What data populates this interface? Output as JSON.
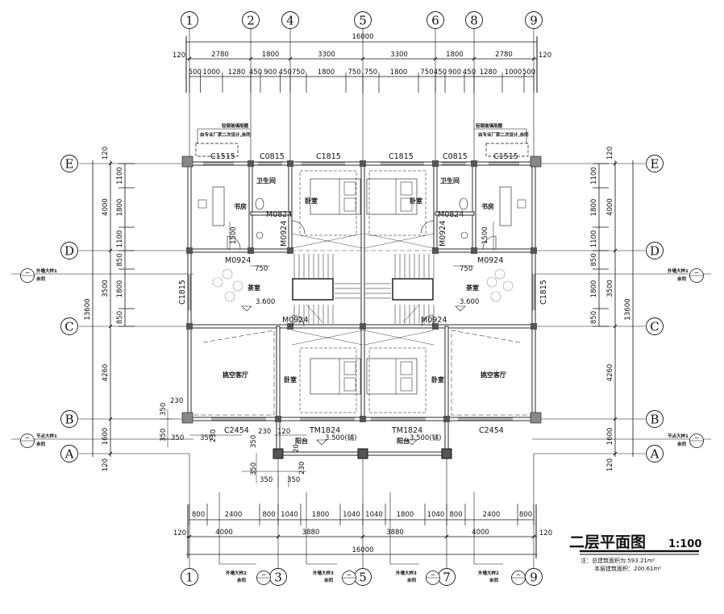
{
  "colors": {
    "line": "#111111",
    "column": "#555555",
    "hatch": "#888888",
    "furniture": "#999999"
  },
  "axes": {
    "top": [
      "1",
      "2",
      "4",
      "5",
      "6",
      "8",
      "9"
    ],
    "bottom": [
      "1",
      "3",
      "5",
      "7",
      "9"
    ],
    "rows": [
      "E",
      "D",
      "C",
      "B",
      "A"
    ]
  },
  "top_dims": {
    "total": "16000",
    "edge_left": "120",
    "edge_right": "120",
    "bays": [
      "2780",
      "1800",
      "3300",
      "3300",
      "1800",
      "2780"
    ],
    "sub": [
      "500",
      "1000",
      "1280",
      "450",
      "900",
      "450",
      "750",
      "1800",
      "750",
      "750",
      "1800",
      "750",
      "450",
      "900",
      "450",
      "1280",
      "1000",
      "500"
    ]
  },
  "bottom_dims": {
    "total": "16000",
    "edge_left": "120",
    "edge_right": "120",
    "bays": [
      "4000",
      "3880",
      "3880",
      "4000"
    ],
    "sub": [
      "800",
      "2400",
      "800",
      "1040",
      "1800",
      "1040",
      "1040",
      "1800",
      "1040",
      "800",
      "2400",
      "800"
    ]
  },
  "side_dims": {
    "total": "13600",
    "edge_top": "120",
    "edge_bottom": "120",
    "bays": [
      "4000",
      "3500",
      "4260",
      "1600"
    ],
    "sub": [
      "1100",
      "1800",
      "1100",
      "850",
      "1800",
      "850"
    ]
  },
  "rooms": {
    "bathroom": "卫生间",
    "study": "书房",
    "bedroom": "卧室",
    "tea_room": "茶室",
    "void_living": "挑空客厅",
    "balcony": "阳台"
  },
  "windows": {
    "c1515": "C1515",
    "c0815": "C0815",
    "c1815": "C1815",
    "c2454": "C2454",
    "tm1824": "TM1824"
  },
  "doors": {
    "m0824": "M0824",
    "m0924": "M0924"
  },
  "levels": {
    "tea": "3.600",
    "balcony": "3.500(铺)"
  },
  "misc_dims": {
    "d750": "750",
    "d1500": "1500",
    "d230": "230",
    "d350": "350",
    "d120": "120",
    "d20": "20"
  },
  "canopy_note": {
    "line1": "轻钢玻璃雨棚",
    "line2": "由专业厂家二次设计,余同"
  },
  "section_refs": {
    "wall1": "外墙大样1",
    "node1": "节点大样1",
    "wall2": "外墙大样2",
    "wall3": "外墙大样3",
    "same": "余同",
    "bubble": "—"
  },
  "title": {
    "name": "二层平面图",
    "scale": "1:100"
  },
  "notes": {
    "total_area": "注：总建筑面积为:593.21m²",
    "floor_area": "本层建筑面积：200.61m²"
  }
}
